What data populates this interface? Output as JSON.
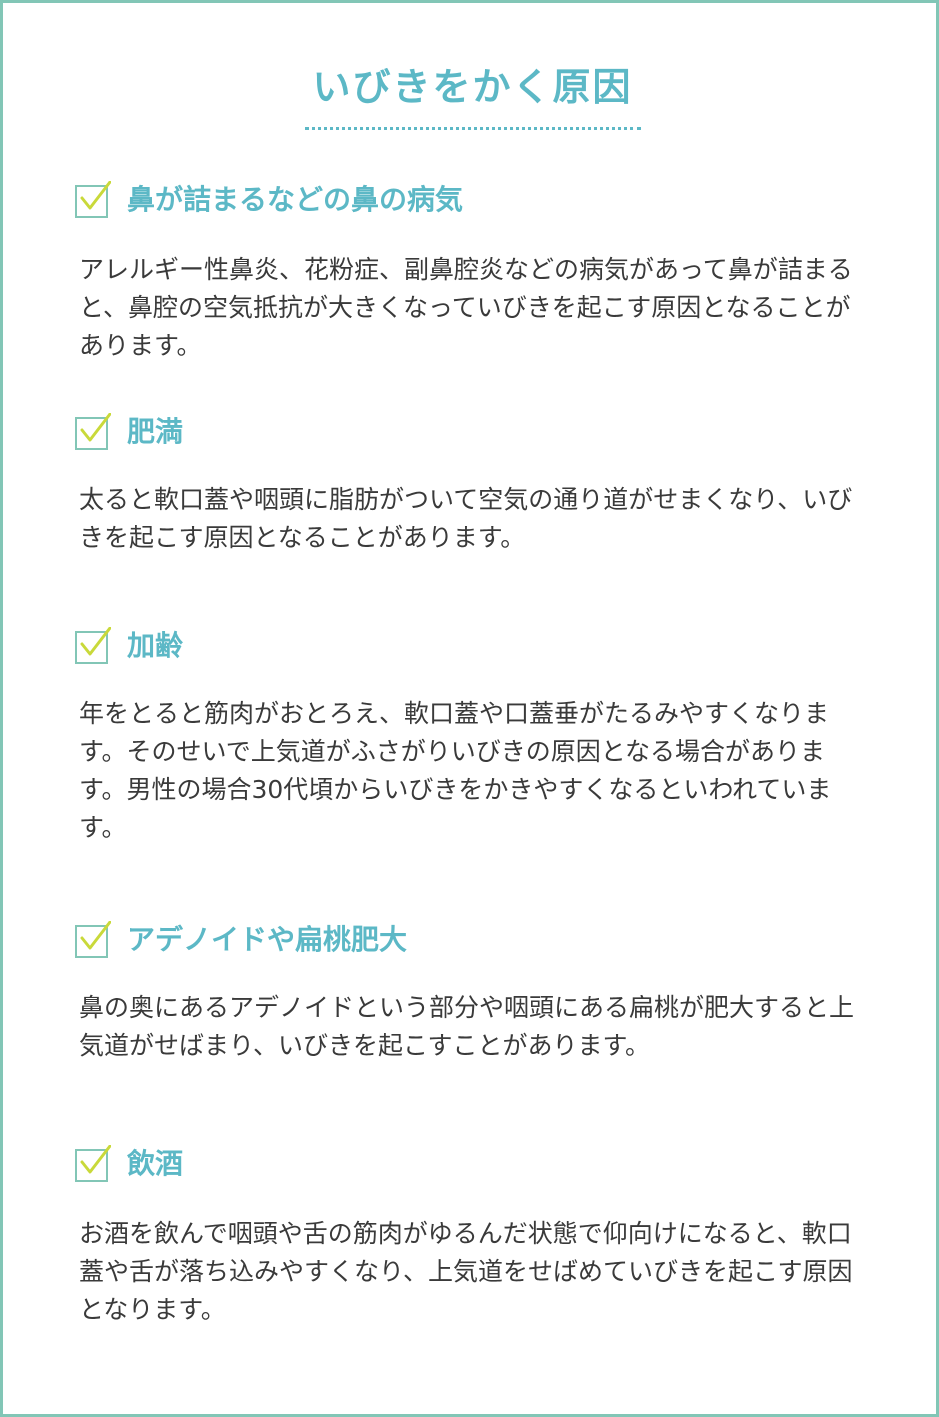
{
  "page": {
    "title": "いびきをかく原因"
  },
  "colors": {
    "accent": "#5cb8c6",
    "check": "#c9d93a",
    "border": "#82c6b6",
    "text": "#3a3a3a"
  },
  "sections": [
    {
      "heading": "鼻が詰まるなどの鼻の病気",
      "icon": "checkbox-icon",
      "body": "アレルギー性鼻炎、花粉症、副鼻腔炎などの病気があって鼻が詰まると、鼻腔の空気抵抗が大きくなっていびきを起こす原因となることがあります。"
    },
    {
      "heading": "肥満",
      "icon": "checkbox-icon",
      "body": "太ると軟口蓋や咽頭に脂肪がついて空気の通り道がせまくなり、いびきを起こす原因となることがあります。"
    },
    {
      "heading": "加齢",
      "icon": "checkbox-icon",
      "body": "年をとると筋肉がおとろえ、軟口蓋や口蓋垂がたるみやすくなります。そのせいで上気道がふさがりいびきの原因となる場合があります。男性の場合30代頃からいびきをかきやすくなるといわれています。"
    },
    {
      "heading": "アデノイドや扁桃肥大",
      "icon": "checkbox-icon",
      "body": "鼻の奥にあるアデノイドという部分や咽頭にある扁桃が肥大すると上気道がせばまり、いびきを起こすことがあります。"
    },
    {
      "heading": "飲酒",
      "icon": "checkbox-icon",
      "body": "お酒を飲んで咽頭や舌の筋肉がゆるんだ状態で仰向けになると、軟口蓋や舌が落ち込みやすくなり、上気道をせばめていびきを起こす原因となります。"
    }
  ]
}
